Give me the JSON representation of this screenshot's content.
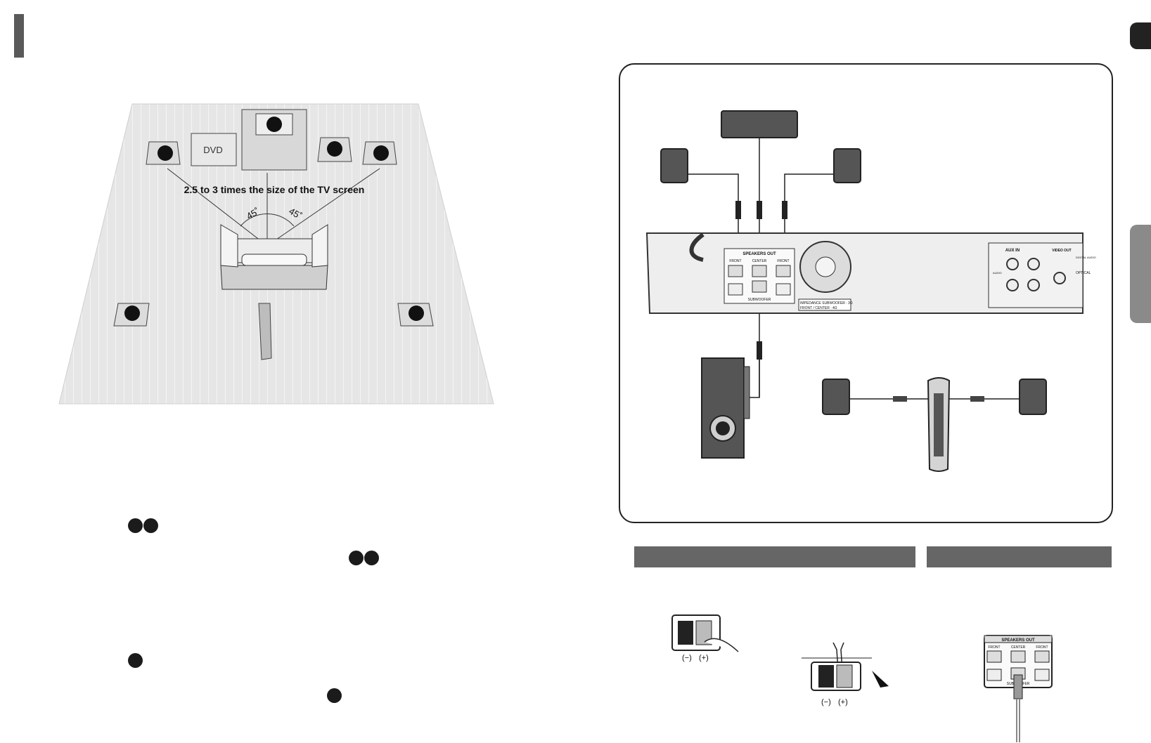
{
  "layout_figure": {
    "dvd_label": "DVD",
    "distance_label": "2.5 to 3 times the size of the TV screen",
    "angle_left": "45˚",
    "angle_right": "45˚"
  },
  "receiver_panel": {
    "speakers_out": "SPEAKERS OUT",
    "front_left": "FRONT",
    "center": "CENTER",
    "front_right": "FRONT",
    "subwoofer": "SUBWOOFER",
    "impedance_line1": "IMPEDANCE SUBWOOFER : 3Ω",
    "impedance_line2": "FRONT / CENTER : 4Ω",
    "aux_in": "AUX IN",
    "audio": "AUDIO",
    "video_out": "VIDEO OUT",
    "digital_audio": "DIGITAL AUDIO",
    "optical": "OPTICAL"
  },
  "terminal_figures": {
    "minus": "(−)",
    "plus": "(+)",
    "minus2": "(−)",
    "plus2": "(+)",
    "speakers_out": "SPEAKERS OUT",
    "front_left": "FRONT",
    "center": "CENTER",
    "front_right": "FRONT",
    "subwoofer": "SUBWOOFER"
  },
  "colors": {
    "floor": "#e6e6e6",
    "dark_gray": "#555555",
    "section_bar": "#666666"
  }
}
